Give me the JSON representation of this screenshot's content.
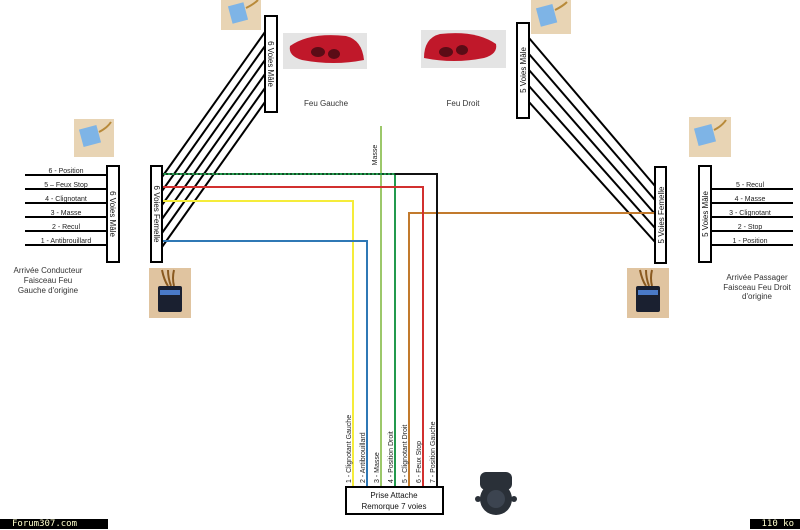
{
  "left": {
    "male_connector": "6 Voies Mâle",
    "female_connector": "6 Voies Femelle",
    "top_male_connector": "6 Voies Mâle",
    "pins": [
      "6 - Position",
      "5 – Feux Stop",
      "4 - Clignotant",
      "3 - Masse",
      "2 - Recul",
      "1 - Antibrouillard"
    ],
    "caption": [
      "Arrivée Conducteur",
      "Faisceau Feu",
      "Gauche d'origine"
    ]
  },
  "right": {
    "male_connector": "5 Voies Mâle",
    "female_connector": "5 Voies Femelle",
    "top_male_connector": "5 Voies Mâle",
    "pins": [
      "5 - Recul",
      "4 - Masse",
      "3 - Clignotant",
      "2 - Stop",
      "1 - Position"
    ],
    "caption": [
      "Arrivée Passager",
      "Faisceau Feu Droit",
      "d'origine"
    ]
  },
  "lamps": {
    "left_label": "Feu Gauche",
    "right_label": "Feu Droit"
  },
  "masse_label": "Masse",
  "trailer": {
    "box_label": [
      "Prise Attache",
      "Remorque 7 voies"
    ],
    "wires": [
      {
        "label": "1 - Clignotant Gauche",
        "color": "#f5ec3a"
      },
      {
        "label": "2 - Antibrouillard",
        "color": "#2f78b5"
      },
      {
        "label": "3 - Masse",
        "color": "#9cc86a"
      },
      {
        "label": "4 - Position Droit",
        "color": "#239a4d"
      },
      {
        "label": "5 - Clignotant Droit",
        "color": "#c27a2d"
      },
      {
        "label": "6 - Feux Stop",
        "color": "#d2302f"
      },
      {
        "label": "7 - Position Gauche",
        "color": "#111111"
      }
    ]
  },
  "footer": {
    "site": "Forum307.com",
    "size": "110 ko"
  }
}
